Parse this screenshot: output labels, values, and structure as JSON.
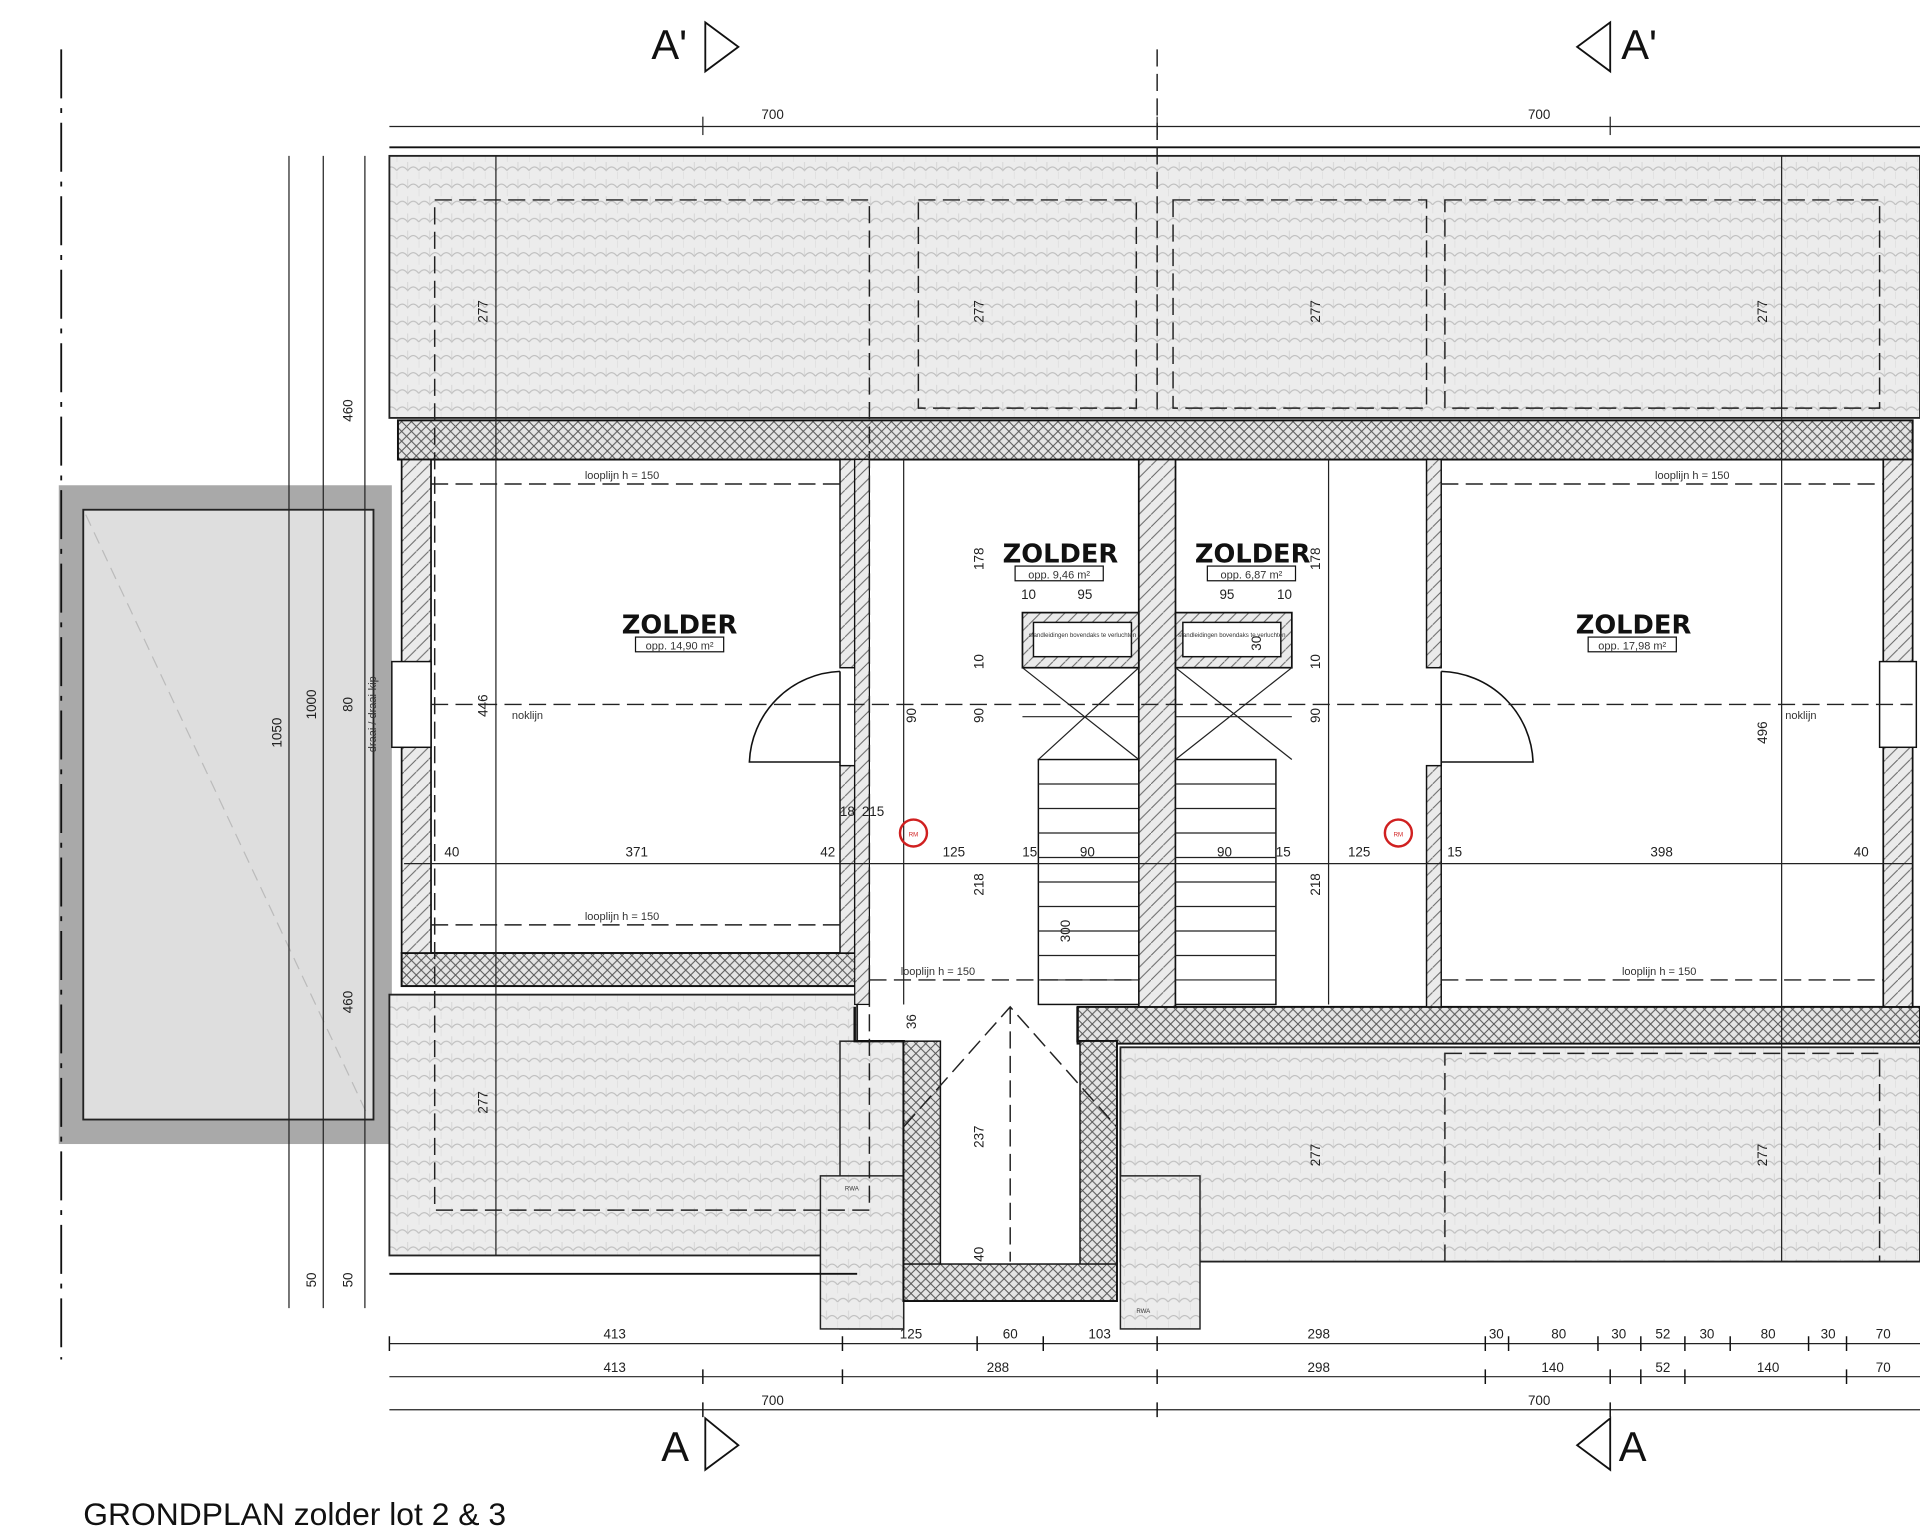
{
  "title": "GRONDPLAN zolder lot 2 & 3",
  "section_marks": {
    "top_left": "A'",
    "top_right": "A'",
    "bottom_left": "A",
    "bottom_right": "A"
  },
  "colors": {
    "line": "#111111",
    "roof_tile": "#ebebeb",
    "garage": "#a9a9a9",
    "rm_marker": "#d02020"
  },
  "rooms": [
    {
      "name": "ZOLDER",
      "area": "opp. 14,90 m²"
    },
    {
      "name": "ZOLDER",
      "area": "opp. 9,46 m²"
    },
    {
      "name": "ZOLDER",
      "area": "opp. 6,87 m²"
    },
    {
      "name": "ZOLDER",
      "area": "opp. 17,98 m²"
    }
  ],
  "notes": {
    "looplijn": "looplijn h = 150",
    "noklijn": "noklijn",
    "window": "draai / draai-kip",
    "ventilation": "standleidingen bovendaks te verluchten",
    "rm": "RM",
    "rwa": "RWA"
  },
  "dims_top": [
    "700",
    "700"
  ],
  "dims_vertical_left": [
    "1050",
    "1000",
    "80",
    "460",
    "460",
    "50",
    "50"
  ],
  "dims_roof": [
    "277",
    "277",
    "277",
    "277",
    "277",
    "277",
    "277"
  ],
  "dims_interior_h": [
    "40",
    "371",
    "42",
    "18",
    "215",
    "125",
    "15",
    "90",
    "90",
    "15",
    "125",
    "15",
    "398",
    "40"
  ],
  "dims_interior_v": [
    "446",
    "178",
    "10",
    "90",
    "90",
    "218",
    "178",
    "10",
    "90",
    "218",
    "496",
    "300",
    "30",
    "237",
    "40",
    "36"
  ],
  "dims_stair": [
    "10",
    "95",
    "95",
    "10"
  ],
  "dims_bottom_1": [
    "413",
    "125",
    "60",
    "103",
    "298",
    "30",
    "80",
    "30",
    "52",
    "30",
    "80",
    "30",
    "70"
  ],
  "dims_bottom_2": [
    "413",
    "288",
    "298",
    "140",
    "52",
    "140",
    "70"
  ],
  "dims_bottom_3": [
    "700",
    "700"
  ]
}
